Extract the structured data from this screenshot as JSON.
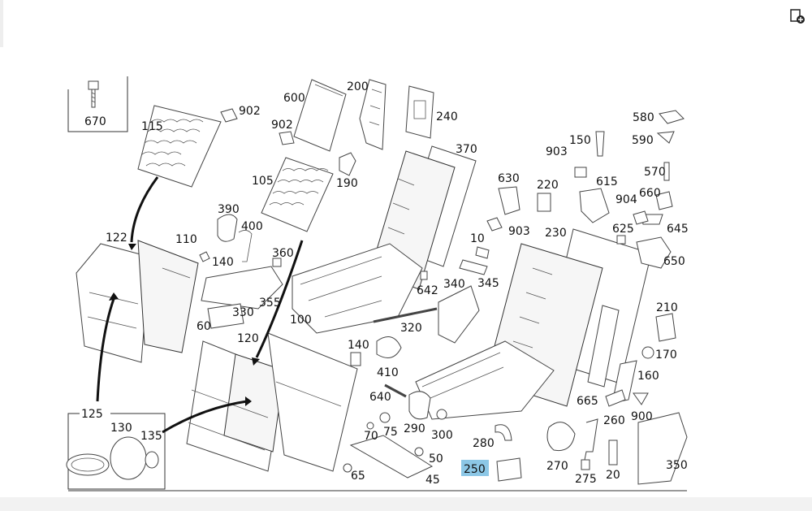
{
  "toolbar": {
    "icon": "add-to-document-icon"
  },
  "diagram": {
    "highlight_color": "#8cc7e6",
    "labels": {
      "p670": "670",
      "p115": "115",
      "p902a": "902",
      "p902b": "902",
      "p600": "600",
      "p200": "200",
      "p240": "240",
      "p105": "105",
      "p190": "190",
      "p370": "370",
      "p580": "580",
      "p150": "150",
      "p590": "590",
      "p903a": "903",
      "p570": "570",
      "p630": "630",
      "p220": "220",
      "p615": "615",
      "p660": "660",
      "p904": "904",
      "p903b": "903",
      "p230": "230",
      "p625": "625",
      "p645": "645",
      "p650": "650",
      "p122": "122",
      "p110": "110",
      "p390": "390",
      "p400": "400",
      "p360": "360",
      "p140a": "140",
      "p10": "10",
      "p340": "340",
      "p345": "345",
      "p642": "642",
      "p355": "355",
      "p330": "330",
      "p60": "60",
      "p120": "120",
      "p100": "100",
      "p320": "320",
      "p210": "210",
      "p140b": "140",
      "p410": "410",
      "p170": "170",
      "p160": "160",
      "p640": "640",
      "p665": "665",
      "p260": "260",
      "p900": "900",
      "p125": "125",
      "p130": "130",
      "p135": "135",
      "p70": "70",
      "p75": "75",
      "p290": "290",
      "p300": "300",
      "p280": "280",
      "p50": "50",
      "p250": "250",
      "p270": "270",
      "p350": "350",
      "p65": "65",
      "p45": "45",
      "p275": "275",
      "p20": "20"
    }
  }
}
